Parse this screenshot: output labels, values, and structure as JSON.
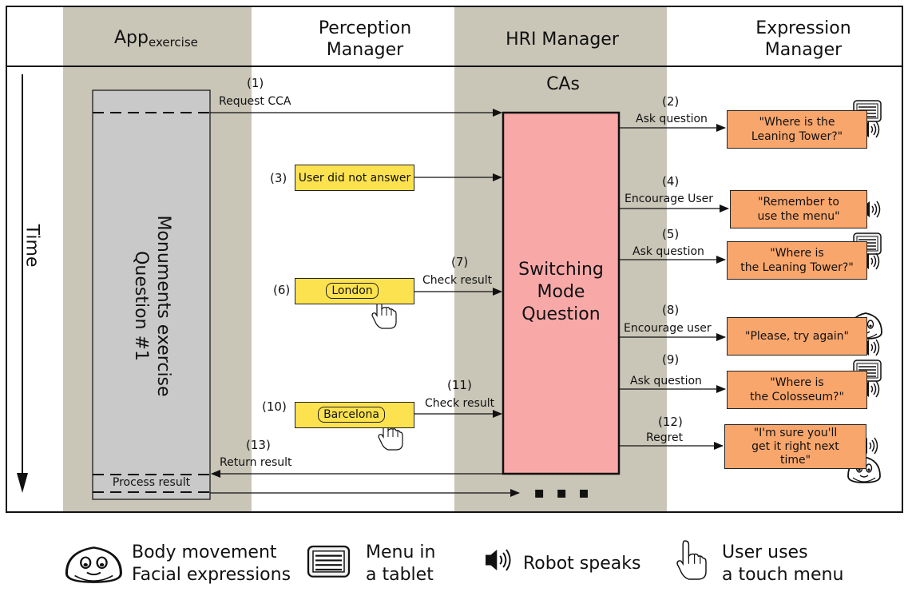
{
  "columns": {
    "app": {
      "base": "App",
      "sub": "exercise"
    },
    "perception": "Perception\nManager",
    "hri": "HRI Manager",
    "expression": "Expression\nManager"
  },
  "time_label": "Time",
  "cas_label": "CAs",
  "exercise_block": "Monuments exercise\nQuestion #1",
  "switching_block": "Switching\nMode\nQuestion",
  "process_result": "Process result",
  "ellipsis": "▪ ▪ ▪",
  "steps": {
    "s1": {
      "num": "(1)",
      "label": "Request CCA"
    },
    "s2": {
      "num": "(2)",
      "label": "Ask question",
      "utterance": "\"Where is the\nLeaning Tower?\""
    },
    "s3": {
      "num": "(3)",
      "event": "User did not answer"
    },
    "s4": {
      "num": "(4)",
      "label": "Encourage User",
      "utterance": "\"Remember to\nuse the menu\""
    },
    "s5": {
      "num": "(5)",
      "label": "Ask question",
      "utterance": "\"Where is\nthe Leaning Tower?\""
    },
    "s6": {
      "num": "(6)",
      "choice": "London"
    },
    "s7": {
      "num": "(7)",
      "label": "Check result"
    },
    "s8": {
      "num": "(8)",
      "label": "Encourage user",
      "utterance": "\"Please, try again\""
    },
    "s9": {
      "num": "(9)",
      "label": "Ask question",
      "utterance": "\"Where is\nthe Colosseum?\""
    },
    "s10": {
      "num": "(10)",
      "choice": "Barcelona"
    },
    "s11": {
      "num": "(11)",
      "label": "Check result"
    },
    "s12": {
      "num": "(12)",
      "label": "Regret",
      "utterance": "\"I'm sure you'll\nget it right next\ntime\""
    },
    "s13": {
      "num": "(13)",
      "label": "Return result"
    }
  },
  "legend": {
    "body": "Body movement\nFacial expressions",
    "menu": "Menu in\na tablet",
    "speaks": "Robot speaks",
    "touch": "User uses\na touch menu"
  },
  "icons": [
    "robot-face-icon",
    "tablet-menu-icon",
    "speaker-icon",
    "touch-hand-icon"
  ],
  "colors": {
    "lane": "#c9c5b7",
    "exercise_block": "#c9c9c9",
    "switching_block": "#f9a8a8",
    "perception_event": "#fde24f",
    "expression_output": "#f9a66c"
  }
}
